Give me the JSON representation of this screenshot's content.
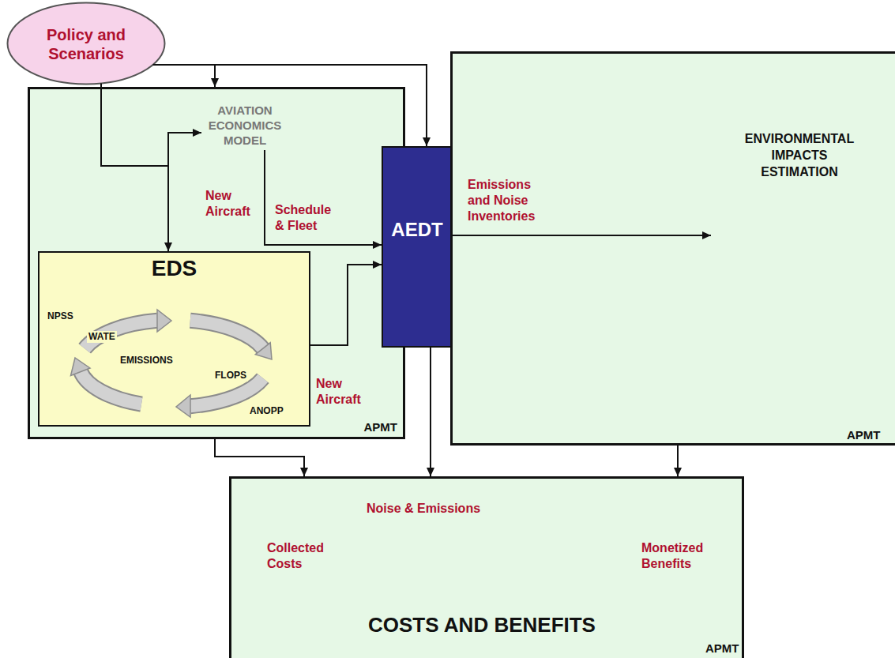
{
  "diagram": {
    "nodes": [
      {
        "text": [
          "Policy and Scenarios"
        ]
      },
      {
        "text": [
          "APMT"
        ]
      },
      {
        "text": [
          "AVIATION ECONOMICS MODEL"
        ],
        "in": 1
      },
      {
        "text": [
          "EDS"
        ],
        "in": 1
      },
      {
        "text": [
          "AEDT"
        ]
      },
      {
        "text": [
          "APMT"
        ]
      },
      {
        "text": [
          "ENVIRONMENTAL IMPACTS ESTIMATION"
        ],
        "in": 5
      },
      {
        "text": [
          "COSTS AND BENEFITS",
          "APMT"
        ]
      }
    ],
    "edges": [
      {
        "from": 0,
        "to": 3,
        "arrow": "to"
      },
      {
        "from": 3,
        "to": 2,
        "label": "New Aircraft",
        "arrow": "to"
      },
      {
        "from": 0,
        "to": 1,
        "arrow": "to"
      },
      {
        "from": 0,
        "to": 4,
        "arrow": "to"
      },
      {
        "from": 2,
        "to": 4,
        "label": "Schedule & Fleet",
        "arrow": "to"
      },
      {
        "from": 3,
        "to": 4,
        "label": "New Aircraft",
        "arrow": "to"
      },
      {
        "from": 4,
        "to": 6,
        "label": "Emissions and Noise Inventories",
        "arrow": "to"
      },
      {
        "from": 4,
        "to": 7,
        "label": "Noise & Emissions",
        "arrow": "to"
      },
      {
        "from": 1,
        "to": 7,
        "label": "Collected Costs",
        "arrow": "to"
      },
      {
        "from": 5,
        "to": 7,
        "label": "Monetized Benefits",
        "arrow": "to"
      }
    ],
    "labels": [
      "NPSS",
      "WATE",
      "EMISSIONS",
      "FLOPS",
      "ANOPP"
    ]
  }
}
